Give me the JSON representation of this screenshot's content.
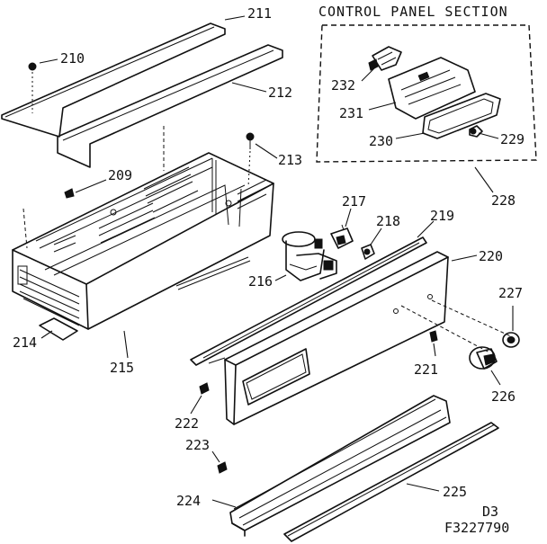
{
  "section_title": "CONTROL PANEL SECTION",
  "callouts": {
    "p209": "209",
    "p210": "210",
    "p211": "211",
    "p212": "212",
    "p213": "213",
    "p214": "214",
    "p215": "215",
    "p216": "216",
    "p217": "217",
    "p218": "218",
    "p219": "219",
    "p220": "220",
    "p221": "221",
    "p222": "222",
    "p223": "223",
    "p224": "224",
    "p225": "225",
    "p226": "226",
    "p227": "227",
    "p228": "228",
    "p229": "229",
    "p230": "230",
    "p231": "231",
    "p232": "232"
  },
  "drawing_code": "D3",
  "drawing_number": "F3227790"
}
